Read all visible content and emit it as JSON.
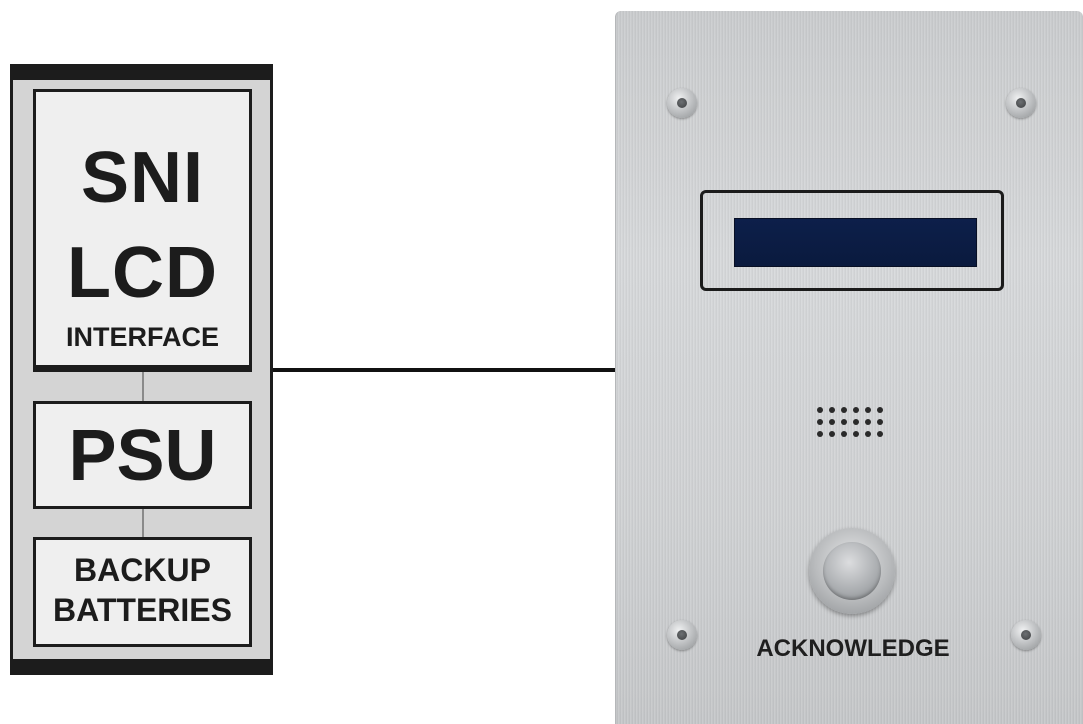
{
  "cabinet": {
    "lcd_module": {
      "line1": "SNI",
      "line2": "LCD",
      "line3": "INTERFACE"
    },
    "psu_module": {
      "label": "PSU"
    },
    "battery_module": {
      "line1": "BACKUP",
      "line2": "BATTERIES"
    }
  },
  "panel": {
    "button_label": "ACKNOWLEDGE",
    "screen_color": "#0d1f4a",
    "finish_color": "#cfd1d3"
  },
  "icons": [
    "screw-icon",
    "speaker-grille-icon",
    "push-button-icon"
  ]
}
